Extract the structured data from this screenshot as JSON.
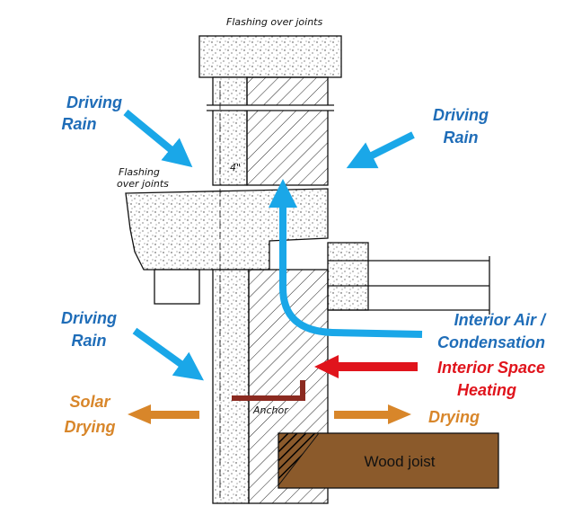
{
  "labels": {
    "driving_rain_top_left": [
      "Driving",
      "Rain"
    ],
    "driving_rain_top_right": [
      "Driving",
      "Rain"
    ],
    "driving_rain_bottom_left": [
      "Driving",
      "Rain"
    ],
    "interior_air": [
      "Interior Air /",
      "Condensation"
    ],
    "interior_heating": [
      "Interior Space",
      "Heating"
    ],
    "solar_drying": [
      "Solar",
      "Drying"
    ],
    "drying": "Drying",
    "wood_joist": "Wood joist",
    "flashing_top": "Flashing over joints",
    "flashing_mid": [
      "Flashing",
      "over joints"
    ],
    "anchor": "Anchor",
    "dimension": "4\""
  },
  "colors": {
    "rain_arrow": "#1aa7e8",
    "rain_text": "#1f6db8",
    "heating": "#e0141c",
    "drying": "#d8862a",
    "wood": "#8b5a2b",
    "anchor": "#8b2a20"
  }
}
